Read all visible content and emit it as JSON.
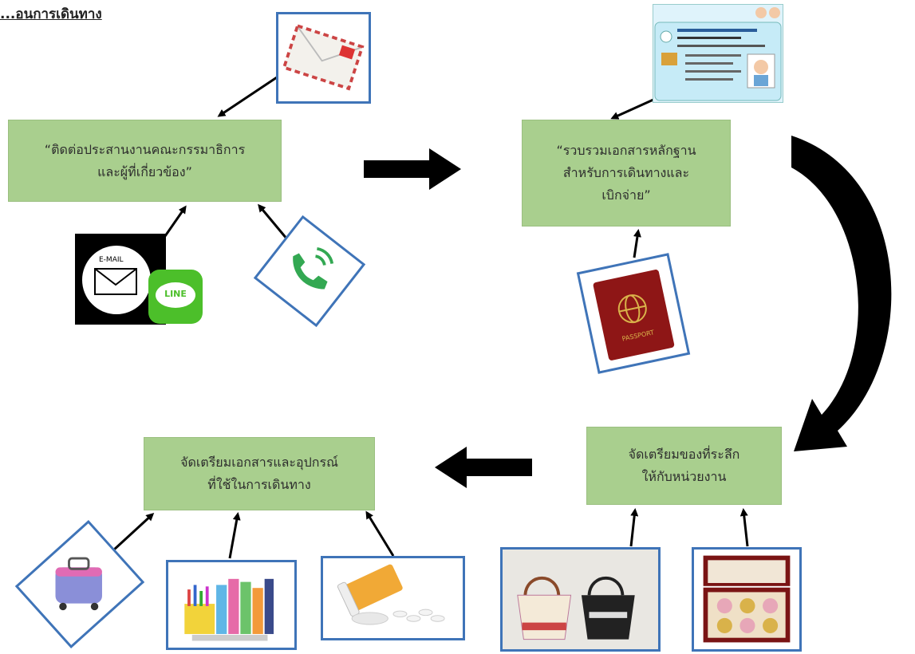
{
  "title": "...อนการเดินทาง",
  "steps": {
    "contact": "“ติดต่อประสานงานคณะกรรมาธิการ\nและผู้ที่เกี่ยวข้อง”",
    "collect": "“รวบรวมเอกสารหลักฐาน\nสำหรับการเดินทางและ\nเบิกจ่าย”",
    "souvenir": "จัดเตรียมของที่ระลึก\nให้กับหน่วยงาน",
    "equipment": "จัดเตรียมเอกสารและอุปกรณ์\nที่ใช้ในการเดินทาง"
  },
  "icons": {
    "email_label": "E-MAIL",
    "line_label": "LINE",
    "passport_label": "PASSPORT"
  },
  "colors": {
    "step_fill": "#a9cf8e",
    "frame_border": "#3f74b8",
    "arrow": "#000000"
  }
}
